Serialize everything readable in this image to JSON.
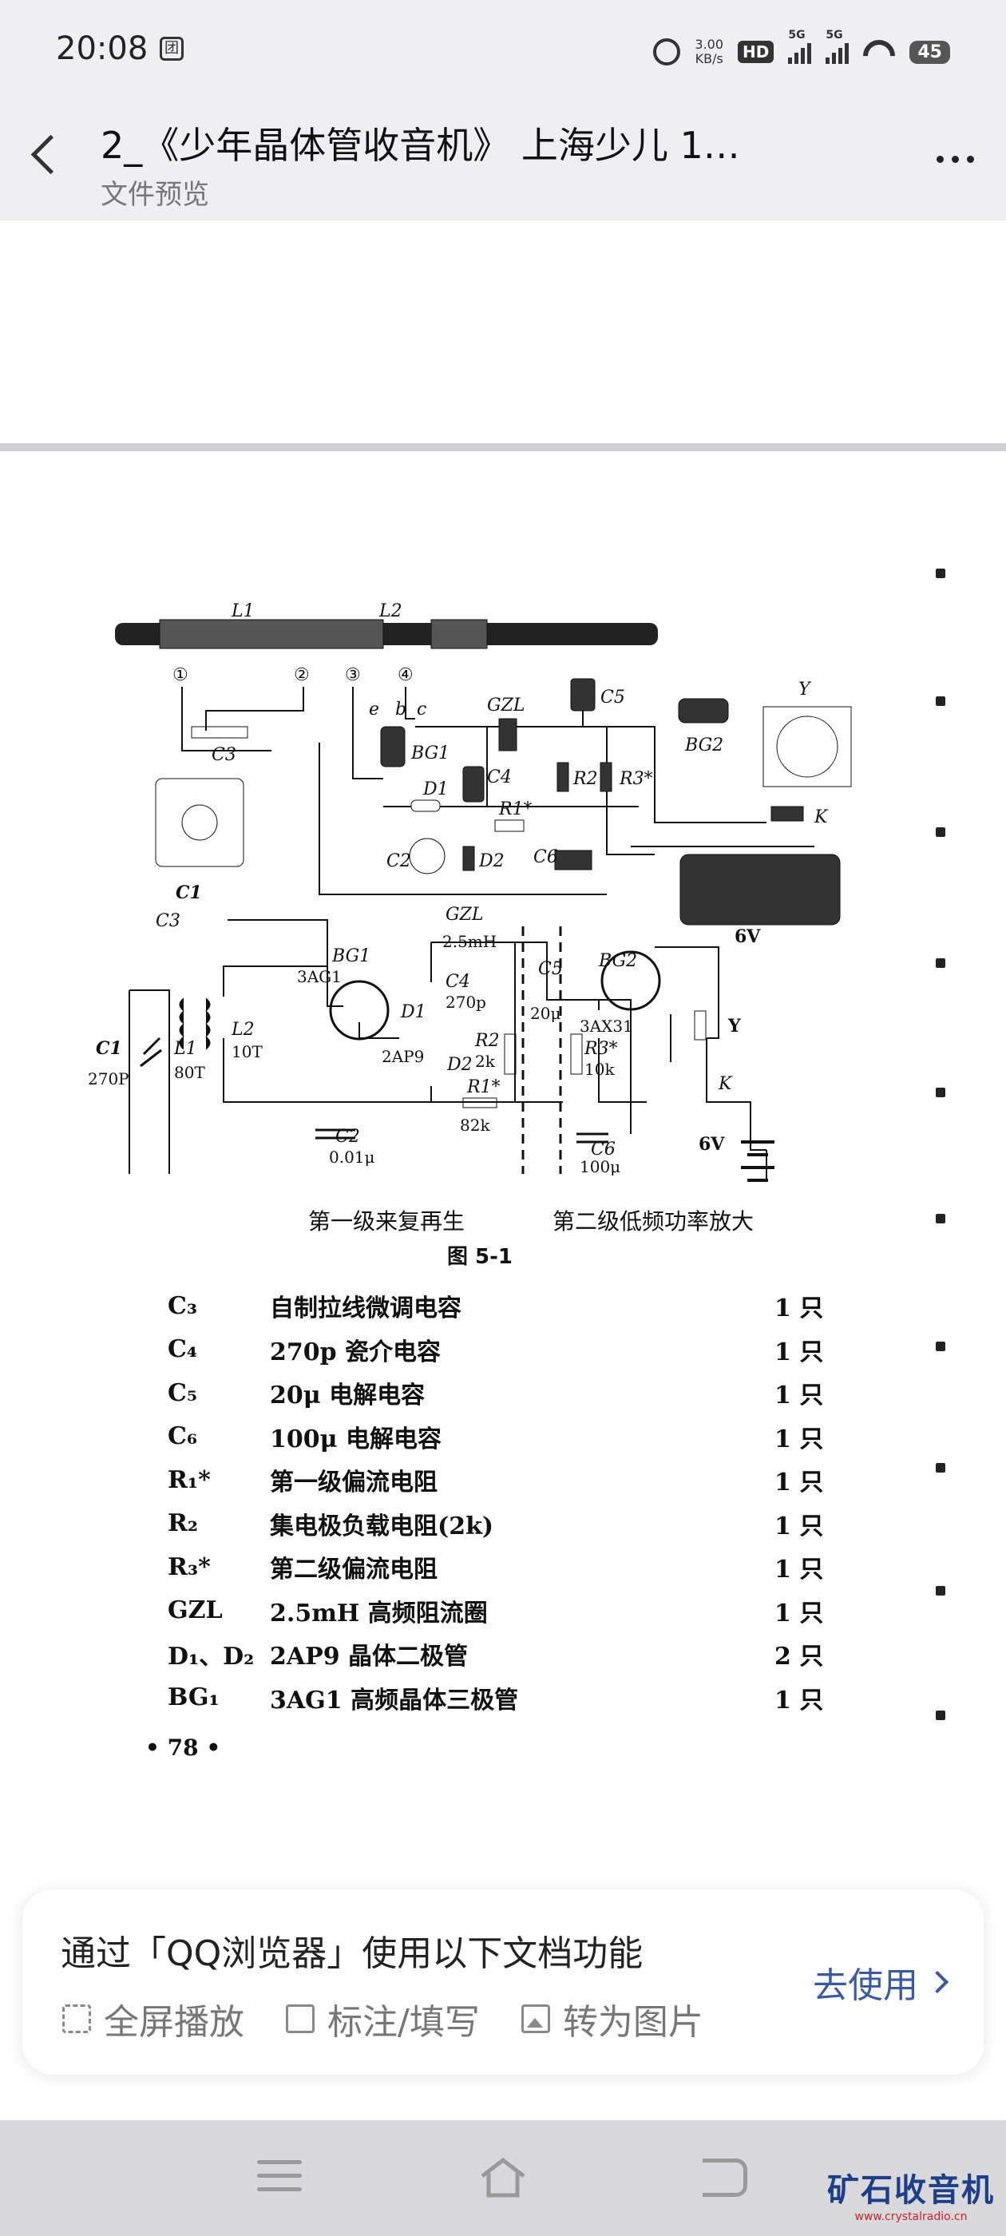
{
  "status_bar": {
    "time": "20:08",
    "left_icon_glyph": "团",
    "net_speed_value": "3.00",
    "net_speed_unit": "KB/s",
    "hd_badge": "HD",
    "signal_1_label": "5G",
    "signal_2_label": "5G",
    "battery": "45"
  },
  "header": {
    "title": "2_《少年晶体管收音机》 上海少儿 1…",
    "subtitle": "文件预览"
  },
  "document": {
    "schematic_labels": {
      "L1": "L1",
      "L2": "L2",
      "n1": "①",
      "n2": "②",
      "n3": "③",
      "n4": "④",
      "C3": "C3",
      "C1": "C1",
      "GZL": "GZL",
      "C5": "C5",
      "BG1": "BG1",
      "BG2": "BG2",
      "C4": "C4",
      "R2": "R2",
      "R3": "R3*",
      "R1": "R1*",
      "D1": "D1",
      "D2": "D2",
      "C2": "C2",
      "C6": "C6",
      "Y": "Y",
      "K": "K",
      "V6": "6V",
      "e": "e",
      "b": "b",
      "c": "c",
      "sch_C3": "C3",
      "sch_GZL": "GZL",
      "sch_25mH": "2.5mH",
      "sch_BG1": "BG1",
      "sch_3AG1": "3AG1",
      "sch_C4": "C4",
      "sch_270p": "270p",
      "sch_C1": "C1",
      "sch_270P": "270P",
      "sch_L1": "L1",
      "sch_80T": "80T",
      "sch_L2": "L2",
      "sch_10T": "10T",
      "sch_D1": "D1",
      "sch_2AP9": "2AP9",
      "sch_D2": "D2",
      "sch_R2": "R2",
      "sch_2k": "2k",
      "sch_R1": "R1*",
      "sch_82k": "82k",
      "sch_C2": "C2",
      "sch_001u": "0.01μ",
      "sch_C5": "C5",
      "sch_20u": "20μ",
      "sch_BG2": "BG2",
      "sch_3AX31": "3AX31",
      "sch_R3": "R3*",
      "sch_10k": "10k",
      "sch_C6": "C6",
      "sch_100u": "100μ",
      "sch_Y": "Y",
      "sch_K": "K",
      "sch_6V": "6V"
    },
    "caption_stage1": "第一级来复再生",
    "caption_stage2": "第二级低频功率放大",
    "figure_label": "图 5-1",
    "parts": [
      {
        "code": "C₃",
        "desc": "自制拉线微调电容",
        "qty": "1 只"
      },
      {
        "code": "C₄",
        "desc": "270p 瓷介电容",
        "qty": "1 只"
      },
      {
        "code": "C₅",
        "desc": "20μ 电解电容",
        "qty": "1 只"
      },
      {
        "code": "C₆",
        "desc": "100μ 电解电容",
        "qty": "1 只"
      },
      {
        "code": "R₁*",
        "desc": "第一级偏流电阻",
        "qty": "1 只"
      },
      {
        "code": "R₂",
        "desc": "集电极负载电阻(2k)",
        "qty": "1 只"
      },
      {
        "code": "R₃*",
        "desc": "第二级偏流电阻",
        "qty": "1 只"
      },
      {
        "code": "GZL",
        "desc": "2.5mH 高频阻流圈",
        "qty": "1 只"
      },
      {
        "code": "D₁、D₂",
        "desc": "2AP9 晶体二极管",
        "qty": "2 只"
      },
      {
        "code": "BG₁",
        "desc": "3AG1 高频晶体三极管",
        "qty": "1 只"
      }
    ],
    "page_number": "• 78 •"
  },
  "banner": {
    "title": "通过「QQ浏览器」使用以下文档功能",
    "action_fullscreen": "全屏播放",
    "action_annotate": "标注/填写",
    "action_to_image": "转为图片",
    "go_use": "去使用"
  },
  "watermark": {
    "line1": "矿石收音机",
    "line2": "www.crystalradio.cn"
  }
}
